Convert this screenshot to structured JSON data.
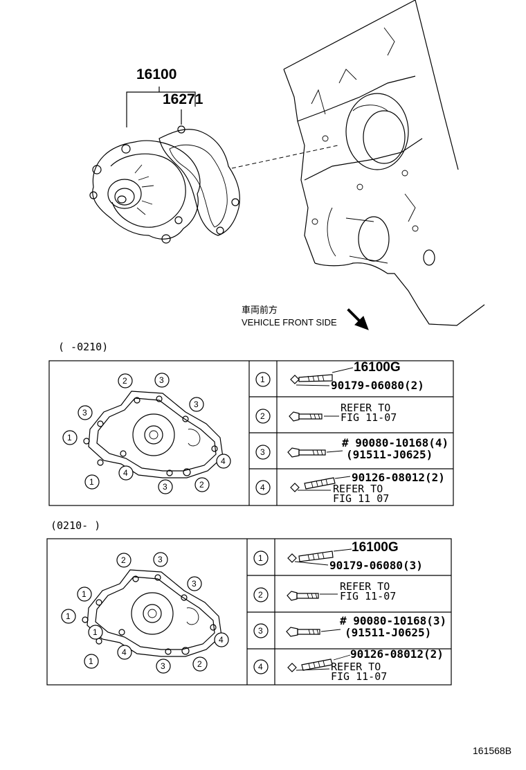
{
  "top": {
    "part_main": "16100",
    "part_gasket": "16271",
    "direction_jp": "車両前方",
    "direction_en": "VEHICLE FRONT SIDE"
  },
  "section1": {
    "range": "(     -0210)",
    "diagram_labels": [
      "2",
      "3",
      "3",
      "3",
      "1",
      "4",
      "1",
      "4",
      "3",
      "2"
    ],
    "rows": [
      {
        "num": "1",
        "l1": "16100G",
        "l2": "90179-06080(2)"
      },
      {
        "num": "2",
        "l1": "REFER TO",
        "l2": "FIG 11-07"
      },
      {
        "num": "3",
        "l1": "# 90080-10168(4)",
        "l2": "(91511-J0625)"
      },
      {
        "num": "4",
        "l1": "90126-08012(2)",
        "l2": "REFER TO",
        "l3": "FIG 11 07"
      }
    ]
  },
  "section2": {
    "range": "(0210-       )",
    "diagram_labels": [
      "2",
      "3",
      "3",
      "1",
      "1",
      "1",
      "4",
      "1",
      "4",
      "3",
      "2"
    ],
    "rows": [
      {
        "num": "1",
        "l1": "16100G",
        "l2": "90179-06080(3)"
      },
      {
        "num": "2",
        "l1": "REFER TO",
        "l2": "FIG 11-07"
      },
      {
        "num": "3",
        "l1": "# 90080-10168(3)",
        "l2": "(91511-J0625)"
      },
      {
        "num": "4",
        "l1": "90126-08012(2)",
        "l2": "REFER TO",
        "l3": "FIG 11-07"
      }
    ]
  },
  "footer": {
    "code": "161568B"
  }
}
